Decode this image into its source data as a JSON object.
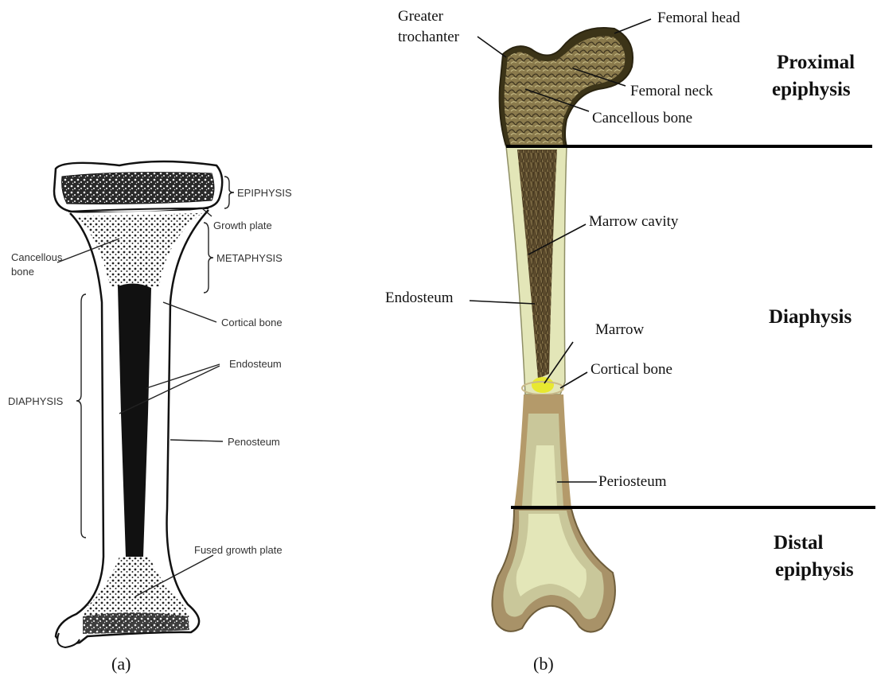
{
  "panel_a": {
    "caption": "(a)",
    "labels": {
      "epiphysis": "EPIPHYSIS",
      "growth_plate": "Growth plate",
      "metaphysis": "METAPHYSIS",
      "cancellous_line1": "Cancellous",
      "cancellous_line2": "bone",
      "cortical_bone": "Cortical bone",
      "endosteum": "Endosteum",
      "diaphysis": "DIAPHYSIS",
      "periosteum": "Penosteum",
      "fused_growth_plate": "Fused growth plate"
    }
  },
  "panel_b": {
    "caption": "(b)",
    "labels": {
      "greater_trochanter_line1": "Greater",
      "greater_trochanter_line2": "trochanter",
      "femoral_head": "Femoral head",
      "femoral_neck": "Femoral neck",
      "cancellous_bone": "Cancellous bone",
      "marrow_cavity": "Marrow cavity",
      "endosteum": "Endosteum",
      "marrow": "Marrow",
      "cortical_bone": "Cortical bone",
      "periosteum": "Periosteum"
    },
    "regions": {
      "proximal_line1": "Proximal",
      "proximal_line2": "epiphysis",
      "diaphysis": "Diaphysis",
      "distal_line1": "Distal",
      "distal_line2": "epiphysis"
    }
  },
  "colors": {
    "ink": "#1a1a1a",
    "bone_light": "#e3e6b8",
    "bone_tan": "#a89268",
    "marrow_yellow": "#e8e830",
    "periosteum_green": "#b7b98c"
  }
}
